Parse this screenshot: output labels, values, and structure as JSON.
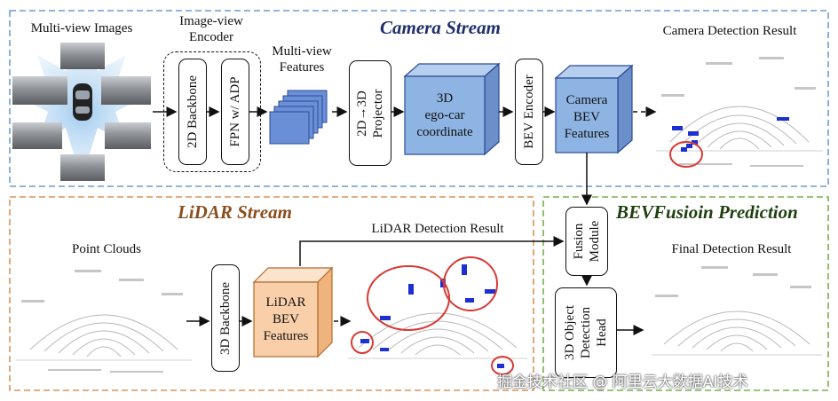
{
  "camera_stream": {
    "title": "Camera Stream",
    "multi_view_images_label": "Multi-view Images",
    "image_view_encoder_label_line1": "Image-view",
    "image_view_encoder_label_line2": "Encoder",
    "backbone_2d": "2D Backbone",
    "fpn_adp": "FPN w/ ADP",
    "multi_view_features_line1": "Multi-view",
    "multi_view_features_line2": "Features",
    "projector_line1": "2D→3D",
    "projector_line2": "Projector",
    "ego_car_line1": "3D",
    "ego_car_line2": "ego-car",
    "ego_car_line3": "coordinate",
    "bev_encoder": "BEV Encoder",
    "camera_bev_line1": "Camera",
    "camera_bev_line2": "BEV",
    "camera_bev_line3": "Features",
    "detection_result": "Camera Detection Result"
  },
  "lidar_stream": {
    "title": "LiDAR Stream",
    "point_clouds_label": "Point Clouds",
    "backbone_3d": "3D Backbone",
    "lidar_bev_line1": "LiDAR",
    "lidar_bev_line2": "BEV",
    "lidar_bev_line3": "Features",
    "detection_result": "LiDAR Detection Result"
  },
  "fusion": {
    "title": "BEVFusioin Prediction",
    "fusion_module_line1": "Fusion",
    "fusion_module_line2": "Module",
    "head_line1": "3D Object",
    "head_line2": "Detection",
    "head_line3": "Head",
    "final_result": "Final Detection Result"
  },
  "watermark": "掘金技术社区 @ 阿里云大数据AI技术",
  "colors": {
    "camera_border": "#6f9ccc",
    "lidar_border": "#d9935a",
    "fusion_border": "#7aaf4f",
    "camera_title": "#1f2f6b",
    "lidar_title": "#8a4f1e",
    "fusion_title": "#1f3f10",
    "cube_blue": "#8eb4e3",
    "cube_orange": "#f8cfa9",
    "detection_blue": "#1c2fd0",
    "highlight_red": "#d83a35"
  }
}
